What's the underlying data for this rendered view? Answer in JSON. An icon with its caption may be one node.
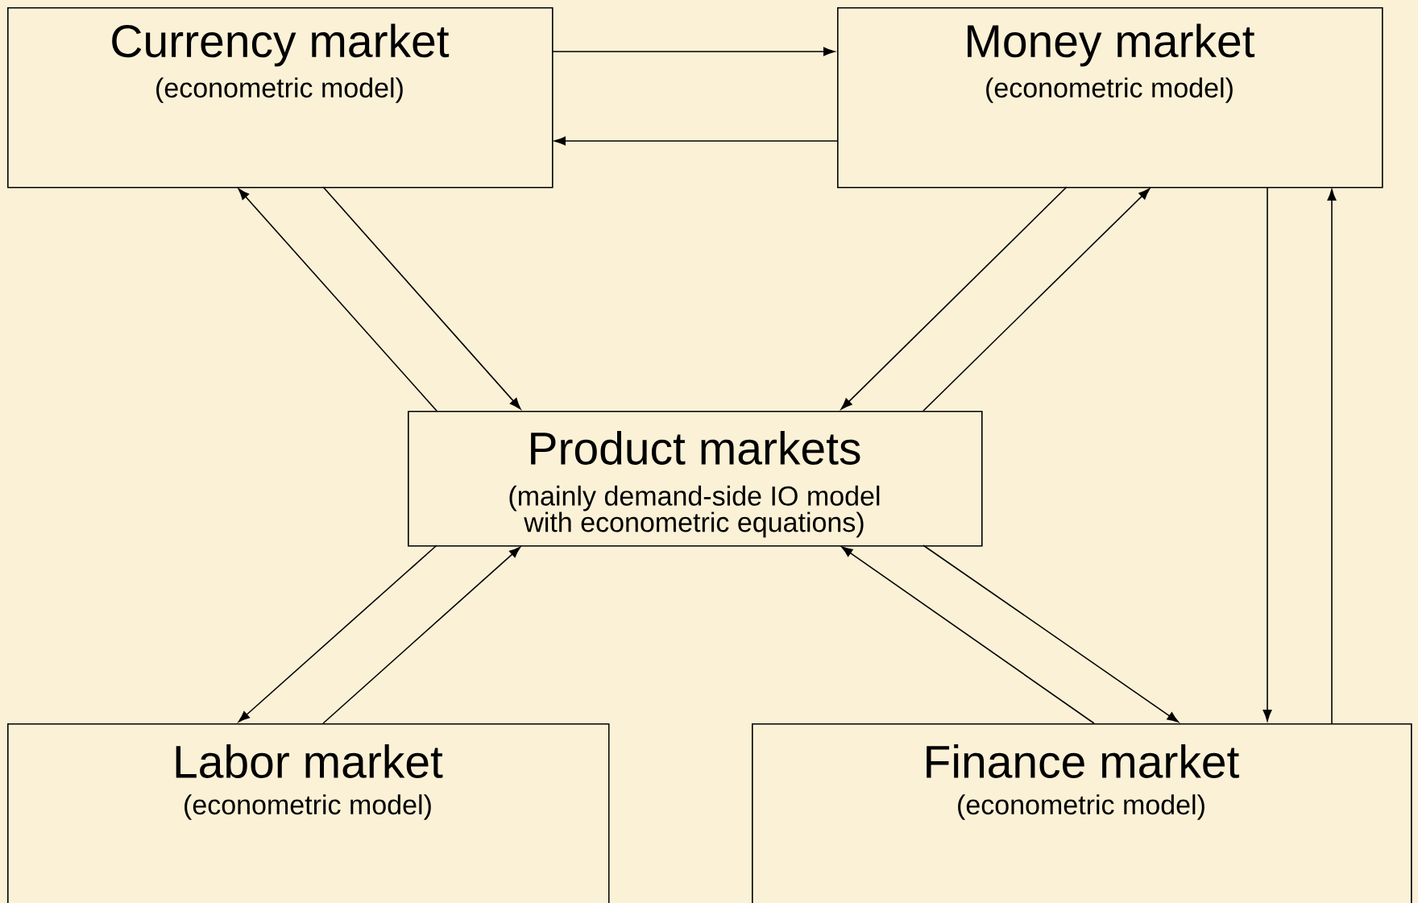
{
  "diagram": {
    "nodes": [
      {
        "text": [
          "Currency market",
          "(econometric model)"
        ]
      },
      {
        "text": [
          "Money market",
          "(econometric model)"
        ]
      },
      {
        "text": [
          "Product markets",
          "(mainly demand-side IO model with econometric equations)"
        ]
      },
      {
        "text": [
          "Labor market",
          "(econometric model)"
        ]
      },
      {
        "text": [
          "Finance market",
          "(econometric model)"
        ]
      }
    ],
    "edges": [
      {
        "from": 0,
        "to": 1,
        "arrow": "to"
      },
      {
        "from": 1,
        "to": 0,
        "arrow": "to"
      },
      {
        "from": 2,
        "to": 0,
        "arrow": "to"
      },
      {
        "from": 0,
        "to": 2,
        "arrow": "to"
      },
      {
        "from": 1,
        "to": 2,
        "arrow": "to"
      },
      {
        "from": 2,
        "to": 1,
        "arrow": "to"
      },
      {
        "from": 1,
        "to": 4,
        "arrow": "to"
      },
      {
        "from": 4,
        "to": 1,
        "arrow": "to"
      },
      {
        "from": 2,
        "to": 3,
        "arrow": "to"
      },
      {
        "from": 3,
        "to": 2,
        "arrow": "to"
      },
      {
        "from": 4,
        "to": 2,
        "arrow": "to"
      },
      {
        "from": 2,
        "to": 4,
        "arrow": "to"
      }
    ]
  }
}
